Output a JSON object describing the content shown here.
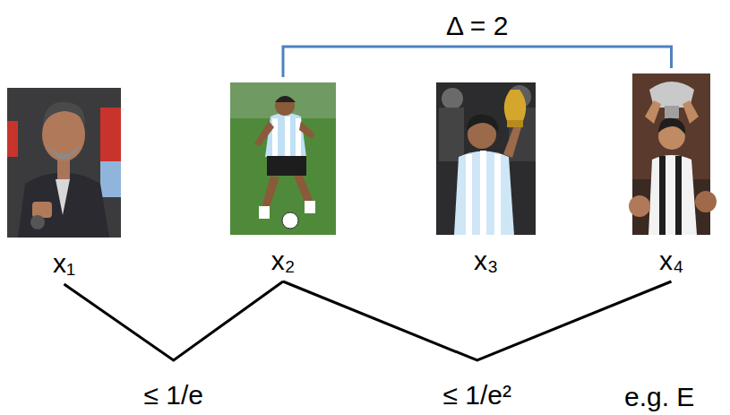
{
  "diagram": {
    "nodes": [
      {
        "text": [
          "x₁"
        ]
      },
      {
        "text": [
          "x₂"
        ]
      },
      {
        "text": [
          "x₃"
        ]
      },
      {
        "text": [
          "x₄"
        ]
      }
    ],
    "edges": [
      {
        "from": 1,
        "to": 3,
        "arrow": "none",
        "label": "Δ = 2"
      },
      {
        "from": 0,
        "to": 1,
        "arrow": "none",
        "label": "≤ 1/e"
      },
      {
        "from": 1,
        "to": 3,
        "arrow": "none",
        "label": "≤ 1/e²"
      }
    ],
    "labels": [
      "e.g. E"
    ]
  }
}
